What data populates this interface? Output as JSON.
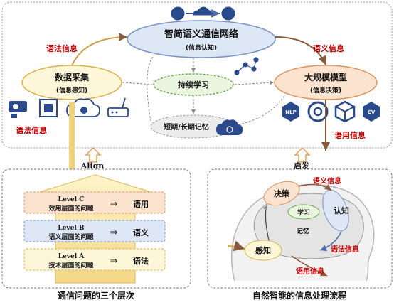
{
  "top": {
    "network": {
      "title": "智简语义通信网络",
      "subtitle": "(信息认知)"
    },
    "collect": {
      "title": "数据采集",
      "subtitle": "(信息感知)"
    },
    "llm": {
      "title": "大规模模型",
      "subtitle": "(信息决策)"
    },
    "learn": {
      "title": "持续学习"
    },
    "memory": {
      "title": "短期/长期记忆"
    },
    "labels": {
      "syntax_upper": "语法信息",
      "semantic_upper": "语义信息",
      "syntax_lower": "语法信息",
      "pragmatic_right": "语用信息"
    },
    "model_icons": [
      "NLP",
      "CV"
    ]
  },
  "middle": {
    "align": "Align",
    "inspire": "启发"
  },
  "left_panel": {
    "caption": "通信问题的三个层次",
    "levels": [
      {
        "level": "Level C",
        "desc": "效用层面的问题",
        "arrow": "⇒",
        "result": "语用"
      },
      {
        "level": "Level B",
        "desc": "语义层面的问题",
        "arrow": "⇒",
        "result": "语义"
      },
      {
        "level": "Level A",
        "desc": "技术层面的问题",
        "arrow": "⇒",
        "result": "语法"
      }
    ]
  },
  "right_panel": {
    "caption": "自然智能的信息处理流程",
    "decide": "决策",
    "cognize": "认知",
    "learn": "学习",
    "memory": "记忆",
    "perceive": "感知",
    "semantic": "语义信息",
    "syntax": "语法信息",
    "pragmatic": "语用信息"
  },
  "colors": {
    "red": "#c00000",
    "yellow_fill": "#fdf6d8",
    "blue_fill": "#dde7f5",
    "orange_fill": "#fbe3cf",
    "green_fill": "#eaf5e0",
    "gray_fill": "#ececec"
  }
}
